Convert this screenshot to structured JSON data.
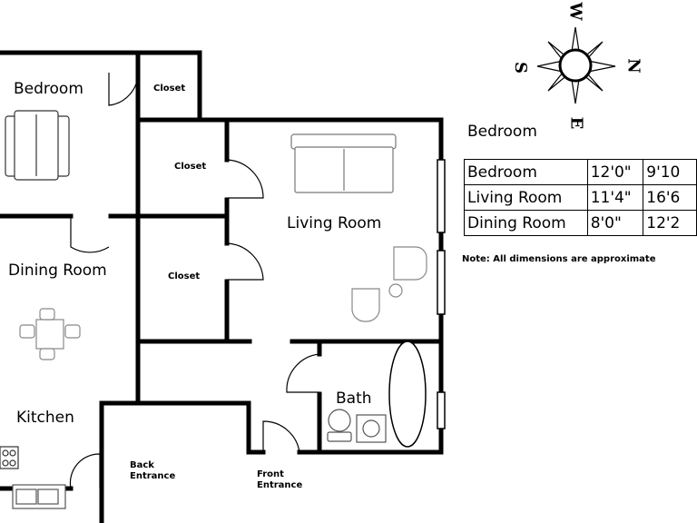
{
  "rooms": {
    "bedroom": "Bedroom",
    "closet_top": "Closet",
    "closet_mid": "Closet",
    "closet_low": "Closet",
    "dining": "Dining Room",
    "living": "Living Room",
    "kitchen": "Kitchen",
    "bath": "Bath"
  },
  "entrances": {
    "back": [
      "Back",
      "Entrance"
    ],
    "front": [
      "Front",
      "Entrance"
    ]
  },
  "compass": {
    "north": "N",
    "south": "S",
    "east": "E",
    "west": "W"
  },
  "legend": {
    "title": "Bedroom",
    "rows": [
      {
        "name": "Bedroom",
        "a": "12'0\"",
        "b": "9'10"
      },
      {
        "name": "Living Room",
        "a": "11'4\"",
        "b": "16'6"
      },
      {
        "name": "Dining Room",
        "a": "8'0\"",
        "b": "12'2"
      }
    ],
    "note": "Note: All dimensions are approximate"
  },
  "colors": {
    "wall": "#000000",
    "fixture": "#888888"
  }
}
